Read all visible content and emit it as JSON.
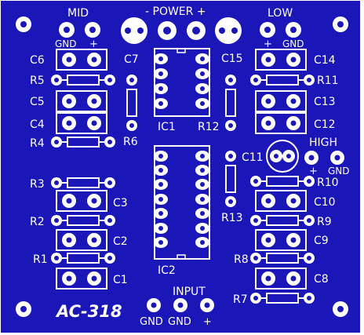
{
  "board": {
    "colors": {
      "substrate": "#1a16b8",
      "silkscreen": "#ffffff",
      "copper_ring": "#ffffff",
      "drill": "#1a16b8",
      "background": "#ffffff"
    },
    "title": "AC-318",
    "headers": {
      "mid": "MID",
      "power": "- POWER +",
      "low": "LOW",
      "high": "HIGH",
      "input": "INPUT"
    },
    "pin_labels": {
      "mid_gnd": "GND",
      "mid_plus": "+",
      "low_plus": "+",
      "low_gnd": "GND",
      "high_plus": "+",
      "high_gnd": "GND",
      "input_gnd1": "GND",
      "input_gnd2": "GND",
      "input_plus": "+"
    },
    "ic_labels": {
      "ic1": "IC1",
      "ic2": "IC2"
    },
    "components": {
      "C1": "C1",
      "C2": "C2",
      "C3": "C3",
      "C4": "C4",
      "C5": "C5",
      "C6": "C6",
      "C7": "C7",
      "C8": "C8",
      "C9": "C9",
      "C10": "C10",
      "C11": "C11",
      "C12": "C12",
      "C13": "C13",
      "C14": "C14",
      "C15": "C15",
      "R1": "R1",
      "R2": "R2",
      "R3": "R3",
      "R4": "R4",
      "R5": "R5",
      "R6": "R6",
      "R7": "R7",
      "R8": "R8",
      "R9": "R9",
      "R10": "R10",
      "R11": "R11",
      "R12": "R12",
      "R13": "R13"
    }
  }
}
